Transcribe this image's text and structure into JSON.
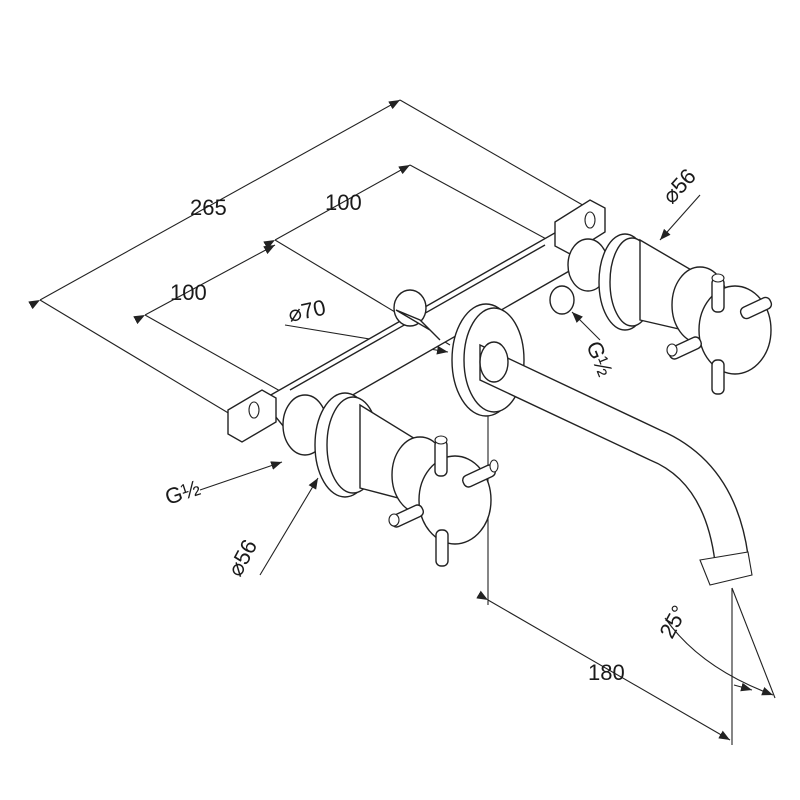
{
  "dimensions": {
    "overall_width": "265",
    "centre_spacing_top": "100",
    "centre_spacing_left": "100",
    "rosette_spout": "⌀70",
    "rosette_right": "⌀56",
    "rosette_left": "⌀56",
    "thread_right": "G½",
    "thread_left": "G½",
    "spout_projection": "180",
    "spout_angle": "25°"
  }
}
